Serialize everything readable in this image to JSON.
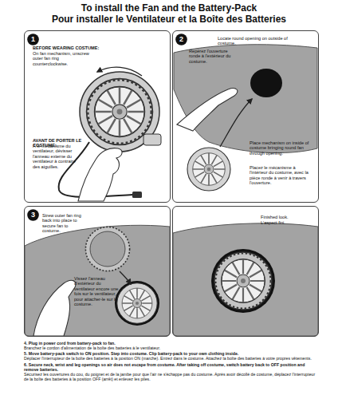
{
  "diagram": {
    "title": "To install the Fan and the Battery-Pack",
    "nodes": [
      {
        "text": [
          "BEFORE WEARING COSTUME:",
          "On fan mechanism, unscrew outer fan ring counterclockwise.",
          "AVANT DE PORTER LE COSTUME:",
          "À le mécanisme du ventilateur, dévisser l'anneau externe du ventilateur à contraire des aiguilles."
        ]
      },
      {
        "text": [
          "1"
        ],
        "in": 0
      },
      {
        "text": [
          "Locate round opening on outside of costume.",
          "Repérez l'ouverture ronde à l'extérieur du costume.",
          "Place mechanism on inside of costume bringing round fan through opening.",
          "Placez le mécanisme à l'intérieur du costume, avec la pièce ronde à venir à travers l'ouverture."
        ]
      },
      {
        "text": [
          "2"
        ],
        "in": 2
      },
      {
        "text": [
          "Strew outer fan ring back into place to secure fan to costume.",
          "Vissez l'anneau d'extérieur du ventilateur encore une fois sur le ventilateur, pour attacher-le sur le costume."
        ]
      },
      {
        "text": [
          "3"
        ],
        "in": 4
      },
      {
        "text": [
          "Finished look.",
          "L'aspect fini."
        ]
      }
    ],
    "labels": [
      "Pour installer le Ventilateur et la Boîte des Batteries",
      "4. Plug in power cord from battery-pack to fan.",
      "Branchez le cordon d'alimentation de la boîte des batteries à le ventilateur.",
      "5. Move battery-pack switch to ON position. Step into costume. Clip battery-pack to your own clothing inside.",
      "Déplacer l'interrupteur de la boîte des batteries à la position ON (marche). Entrez dans le costume. Attachez la boîte des batteries à votre propres vêtements.",
      "6. Secure neck, wrist and leg openings so air does not escape from costume. After taking off costume, switch battery back to OFF position and remove batteries.",
      "Sécurisez les ouvertures du cou, du poignet et de la jambe pour que l'air ne s'échappe pas du costume. Après avoir décollé de costume, déplacez l'interrupteur de la boîte des batteries à la position OFF (arrêt) et enlevez les piles."
    ]
  }
}
